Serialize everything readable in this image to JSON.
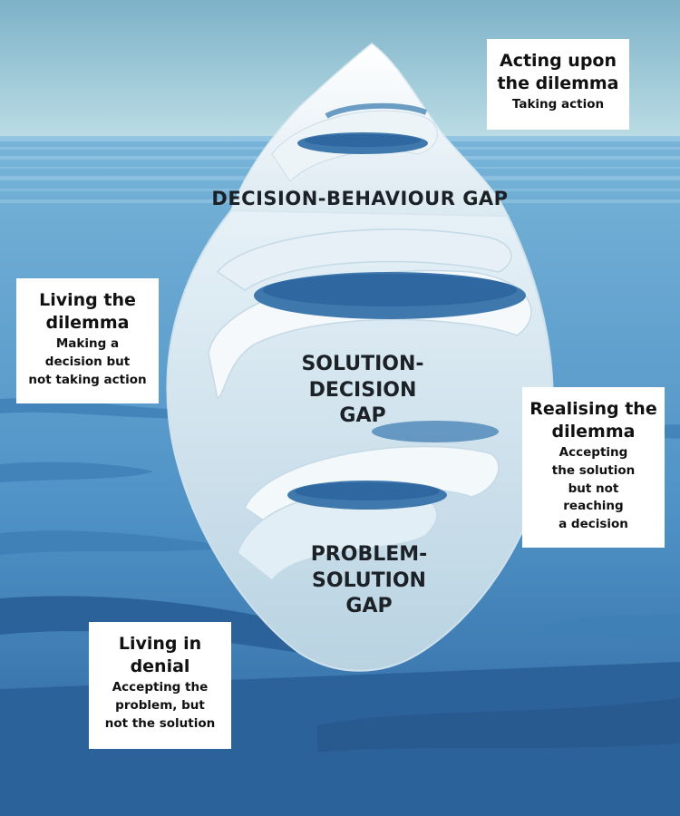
{
  "gaps": {
    "decision_behaviour": "DECISION-BEHAVIOUR GAP",
    "solution_decision": [
      "SOLUTION-",
      "DECISION",
      "GAP"
    ],
    "problem_solution": [
      "PROBLEM-",
      "SOLUTION",
      "GAP"
    ]
  },
  "boxes": {
    "acting": {
      "title": [
        "Acting upon",
        "the dilemma"
      ],
      "subtitle": [
        "Taking action"
      ]
    },
    "living_dilemma": {
      "title": [
        "Living the",
        "dilemma"
      ],
      "subtitle": [
        "Making a",
        "decision but",
        "not taking action"
      ]
    },
    "realising": {
      "title": [
        "Realising the",
        "dilemma"
      ],
      "subtitle": [
        "Accepting",
        "the solution",
        "but not",
        "reaching",
        "a decision"
      ]
    },
    "denial": {
      "title": [
        "Living in",
        "denial"
      ],
      "subtitle": [
        "Accepting the",
        "problem, but",
        "not the solution"
      ]
    }
  },
  "colors": {
    "sky_top": "#7fb4c9",
    "sky_horizon": "#b8dae3",
    "water_light": "#7fbde0",
    "water_mid": "#4d8fc4",
    "water_deep": "#2f6aa3",
    "ice_light": "#eef6fa",
    "ice_shadow": "#a9c9dc"
  }
}
